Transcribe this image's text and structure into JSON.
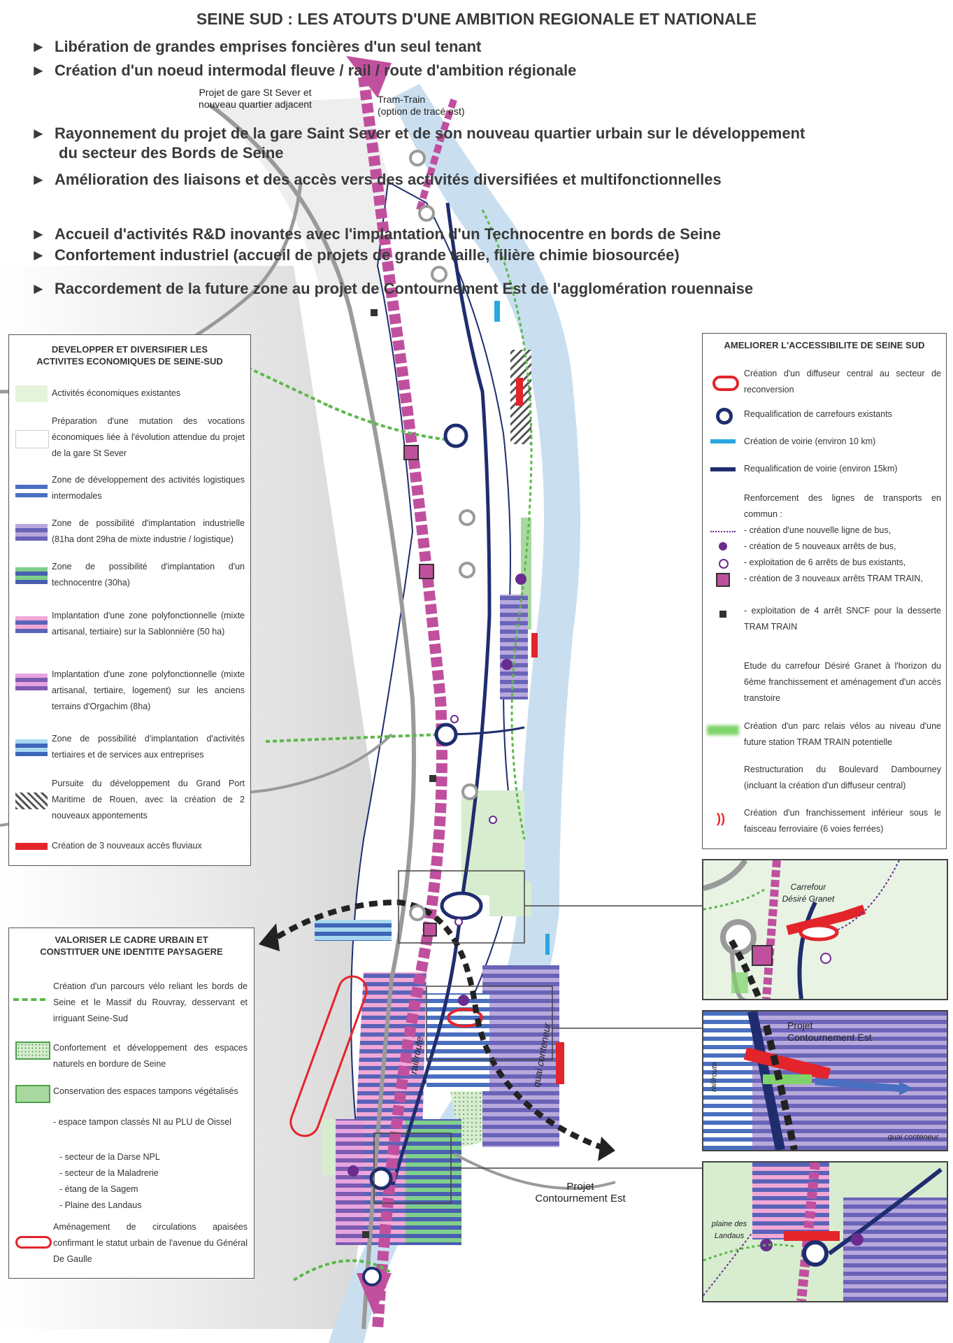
{
  "title": "SEINE SUD : LES ATOUTS D'UNE AMBITION REGIONALE ET NATIONALE",
  "bullets": [
    "Libération de grandes emprises foncières d'un seul tenant",
    "Création d'un noeud intermodal fleuve / rail / route d'ambition régionale",
    "Rayonnement du projet de la gare Saint Sever et de son nouveau quartier urbain sur le développement",
    "du secteur des Bords de Seine",
    "Amélioration des liaisons et des accès vers des activités diversifiées et multifonctionnelles",
    "Accueil d'activités R&D inovantes avec l'implantation d'un Technocentre en bords de Seine",
    "Confortement industriel (accueil de projets de grande taille, filière chimie biosourcée)",
    "Raccordement de la future zone au projet de Contournement Est de l'agglomération rouennaise"
  ],
  "map_labels": {
    "gare_line1": "Projet de gare St Sever et",
    "gare_line2": "nouveau quartier adjacent",
    "tram_line1": "Tram-Train",
    "tram_line2": "(option de tracé est)",
    "contournement_line1": "Projet",
    "contournement_line2": "Contournement Est",
    "rail_route": "rail/route",
    "quai_conteneur": "quai conteneur"
  },
  "legend_economic": {
    "title_line1": "DEVELOPPER ET DIVERSIFIER LES",
    "title_line2": "ACTIVITES ECONOMIQUES DE SEINE-SUD",
    "items": [
      {
        "text": "Activités économiques existantes",
        "swatch": "existing"
      },
      {
        "text": "Préparation d'une mutation des vocations économiques liée à l'évolution attendue du projet de la gare St Sever",
        "swatch": "mutation"
      },
      {
        "text": "Zone de développement des activités logistiques intermodales",
        "swatch": "logistics"
      },
      {
        "text": "Zone de possibilité d'implantation industrielle (81ha dont 29ha de mixte industrie / logistique)",
        "swatch": "industrial"
      },
      {
        "text": "Zone de possibilité d'implantation d'un technocentre (30ha)",
        "swatch": "technocentre"
      },
      {
        "text": "Implantation d'une zone polyfonctionnelle (mixte artisanal, tertiaire) sur la Sablonnière (50 ha)",
        "swatch": "sablonniere"
      },
      {
        "text": "Implantation d'une zone polyfonctionnelle (mixte artisanal, tertiaire, logement) sur les anciens terrains d'Orgachim (8ha)",
        "swatch": "orgachim"
      },
      {
        "text": "Zone de possibilité d'implantation d'activités tertiaires et de services aux entreprises",
        "swatch": "tertiary"
      },
      {
        "text": "Pursuite du développement du Grand Port Maritime de Rouen, avec la création de 2 nouveaux appontements",
        "swatch": "port"
      },
      {
        "text": "Création de 3 nouveaux accès fluviaux",
        "swatch": "fluvial"
      }
    ]
  },
  "legend_urban": {
    "title_line1": "VALORISER LE CADRE URBAIN ET",
    "title_line2": "CONSTITUER UNE IDENTITE PAYSAGERE",
    "items": [
      {
        "text": "Création d'un parcours vélo reliant les bords de Seine et le Massif du Rouvray, desservant et irriguant Seine-Sud",
        "swatch": "velo"
      },
      {
        "text": "Confortement et développement des espaces naturels en bordure de Seine",
        "swatch": "natural"
      },
      {
        "text": "Conservation des espaces tampons végétalisés",
        "swatch": "buffer"
      },
      {
        "text": "- espace tampon classés NI au PLU de Oissel",
        "swatch": "none"
      },
      {
        "text": "- secteur de la Darse NPL",
        "swatch": "none"
      },
      {
        "text": "- secteur de la Maladrerie",
        "swatch": "none"
      },
      {
        "text": "- étang de la Sagem",
        "swatch": "none"
      },
      {
        "text": "- Plaine des Landaus",
        "swatch": "none"
      },
      {
        "text": "Aménagement de circulations apaisées confirmant le statut urbain de l'avenue du Général De Gaulle",
        "swatch": "calm"
      }
    ]
  },
  "legend_access": {
    "title": "AMELIORER L'ACCESSIBILITE DE SEINE SUD",
    "items": [
      {
        "text": "Création d'un diffuseur central au secteur de reconversion",
        "swatch": "diffuseur"
      },
      {
        "text": "Requalification de carrefours existants",
        "swatch": "carrefour"
      },
      {
        "text": "Création de voirie (environ 10 km)",
        "swatch": "new-road"
      },
      {
        "text": "Requalification de voirie (environ 15km)",
        "swatch": "requal-road"
      },
      {
        "text": "Renforcement des lignes de transports en commun :",
        "swatch": "none"
      },
      {
        "text": "- création d'une nouvelle ligne de bus,",
        "swatch": "bus-line"
      },
      {
        "text": "- création de 5 nouveaux arrêts de bus,",
        "swatch": "bus-new"
      },
      {
        "text": "- exploitation de 6 arrêts de bus existants,",
        "swatch": "bus-existing"
      },
      {
        "text": "- création de 3 nouveaux arrêts TRAM TRAIN,",
        "swatch": "tram-stop"
      },
      {
        "text": "- exploitation de 4 arrêt SNCF pour la desserte TRAM TRAIN",
        "swatch": "sncf"
      },
      {
        "text": "Etude du carrefour Désiré Granet à l'horizon du 6ème franchissement et aménagement d'un accès transtoire",
        "swatch": "none"
      },
      {
        "text": "Création d'un parc relais vélos au niveau d'une future station TRAM TRAIN potentielle",
        "swatch": "parc-relais"
      },
      {
        "text": "Restructuration du Boulevard Dambourney (incluant la création d'un diffuseur central)",
        "swatch": "none"
      },
      {
        "text": "Création d'un franchissement inférieur sous le faisceau ferroviaire (6 voies ferrées)",
        "swatch": "underpass"
      }
    ]
  },
  "insets": {
    "granet_line1": "Carrefour",
    "granet_line2": "Désiré Granet",
    "contournement_line1": "Projet",
    "contournement_line2": "Contournement Est",
    "rail_route": "rail/route",
    "quai_conteneur": "quai conteneur",
    "landaus_line1": "plaine des",
    "landaus_line2": "Landaus"
  },
  "colors": {
    "river": "#c9dff0",
    "green_area": "#d8ecd0",
    "magenta": "#c0509e",
    "navy": "#1f2d6e",
    "red": "#e3242b",
    "bike_green": "#5cb84a",
    "purple": "#6a2c8e"
  }
}
